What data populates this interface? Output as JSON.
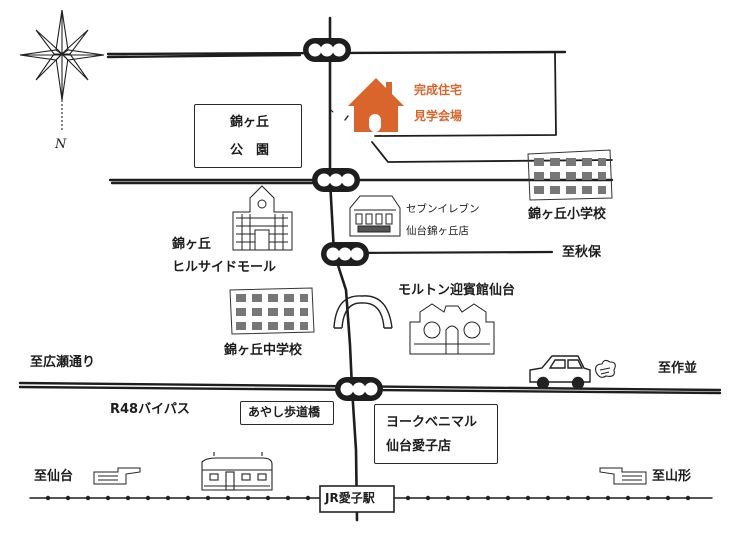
{
  "compass": {
    "north_label": "N"
  },
  "labels": {
    "model_house_line1": "完成住宅",
    "model_house_line2": "見学会場",
    "park_line1": "錦ヶ丘",
    "park_line2": "公　園",
    "seven_eleven_line1": "セブンイレブン",
    "seven_eleven_line2": "仙台錦ヶ丘店",
    "elementary_school": "錦ヶ丘小学校",
    "to_akiu": "至秋保",
    "mall_line1": "錦ヶ丘",
    "mall_line2": "ヒルサイドモール",
    "molton": "モルトン迎賓館仙台",
    "middle_school": "錦ヶ丘中学校",
    "to_hirose": "至広瀬通り",
    "to_sakunami": "至作並",
    "r48_bypass": "R48バイパス",
    "ayashi_bridge": "あやし歩道橋",
    "york_line1": "ヨークベニマル",
    "york_line2": "仙台愛子店",
    "to_sendai": "至仙台",
    "to_yamagata": "至山形",
    "jr_station": "JR愛子駅"
  },
  "colors": {
    "accent_orange": "#d9652c",
    "ink": "#1d1d1d",
    "background": "#ffffff"
  }
}
